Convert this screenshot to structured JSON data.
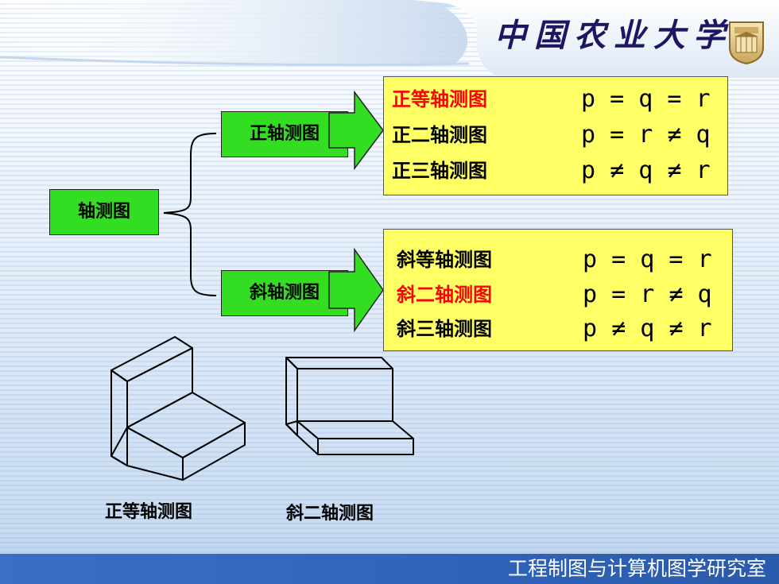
{
  "header": {
    "university_name": "中国农业大学",
    "emblem_icon": "university-emblem-icon"
  },
  "tree": {
    "root_label": "轴测图",
    "branches": [
      {
        "label": "正轴测图",
        "items": [
          {
            "name": "正等轴测图",
            "formula": "p = q = r",
            "highlight": true
          },
          {
            "name": "正二轴测图",
            "formula": "p = r ≠ q",
            "highlight": false
          },
          {
            "name": "正三轴测图",
            "formula": "p ≠ q ≠ r",
            "highlight": false
          }
        ]
      },
      {
        "label": "斜轴测图",
        "items": [
          {
            "name": "斜等轴测图",
            "formula": "p = q = r",
            "highlight": false
          },
          {
            "name": "斜二轴测图",
            "formula": "p = r ≠ q",
            "highlight": true
          },
          {
            "name": "斜三轴测图",
            "formula": "p ≠ q ≠ r",
            "highlight": false
          }
        ]
      }
    ]
  },
  "figures": {
    "left_caption": "正等轴测图",
    "right_caption": "斜二轴测图"
  },
  "footer": {
    "text": "工程制图与计算机图学研究室"
  },
  "colors": {
    "green_box": "#33dd22",
    "yellow_box": "#ffff66",
    "highlight_text": "#ff0000",
    "footer_bar": "#2f63b8",
    "title_text": "#1d1660"
  }
}
